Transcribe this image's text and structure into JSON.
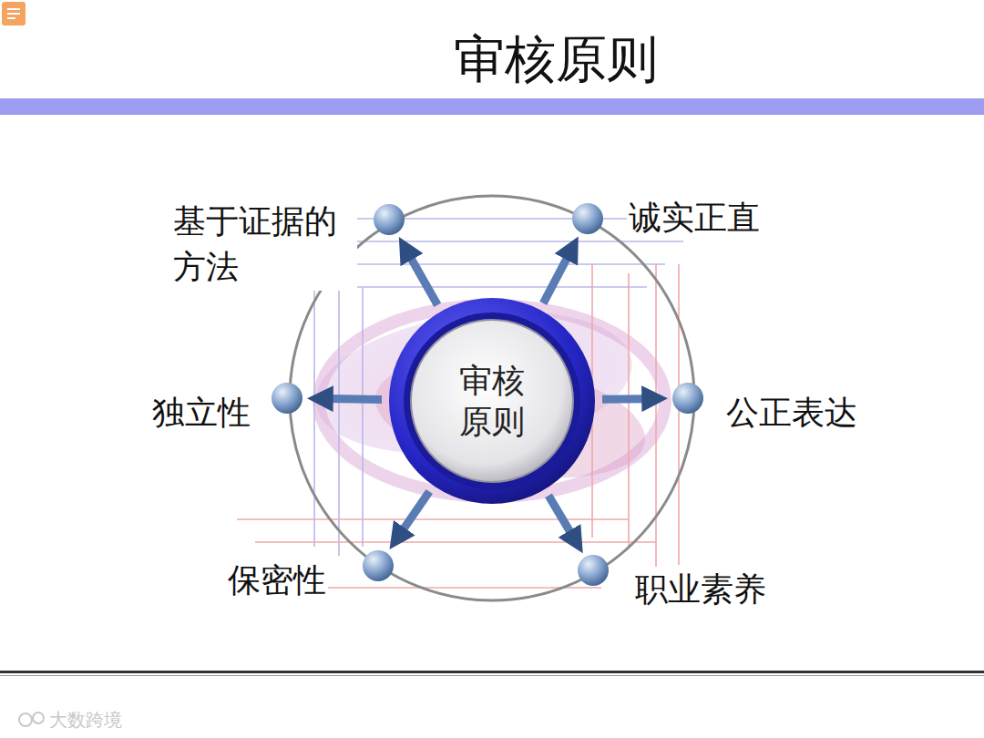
{
  "diagram": {
    "title": "审核原则",
    "nodes": [
      {
        "text": [
          "审核原则"
        ]
      },
      {
        "text": [
          "基于证据的方法"
        ]
      },
      {
        "text": [
          "诚实正直"
        ]
      },
      {
        "text": [
          "独立性"
        ]
      },
      {
        "text": [
          "公正表达"
        ]
      },
      {
        "text": [
          "保密性"
        ]
      },
      {
        "text": [
          "职业素养"
        ]
      }
    ],
    "edges": [
      {
        "from": 0,
        "to": 1,
        "arrow": "to"
      },
      {
        "from": 0,
        "to": 2,
        "arrow": "to"
      },
      {
        "from": 0,
        "to": 3,
        "arrow": "to"
      },
      {
        "from": 0,
        "to": 4,
        "arrow": "to"
      },
      {
        "from": 0,
        "to": 5,
        "arrow": "to"
      },
      {
        "from": 0,
        "to": 6,
        "arrow": "to"
      }
    ],
    "labels": [
      "大数跨境"
    ]
  }
}
